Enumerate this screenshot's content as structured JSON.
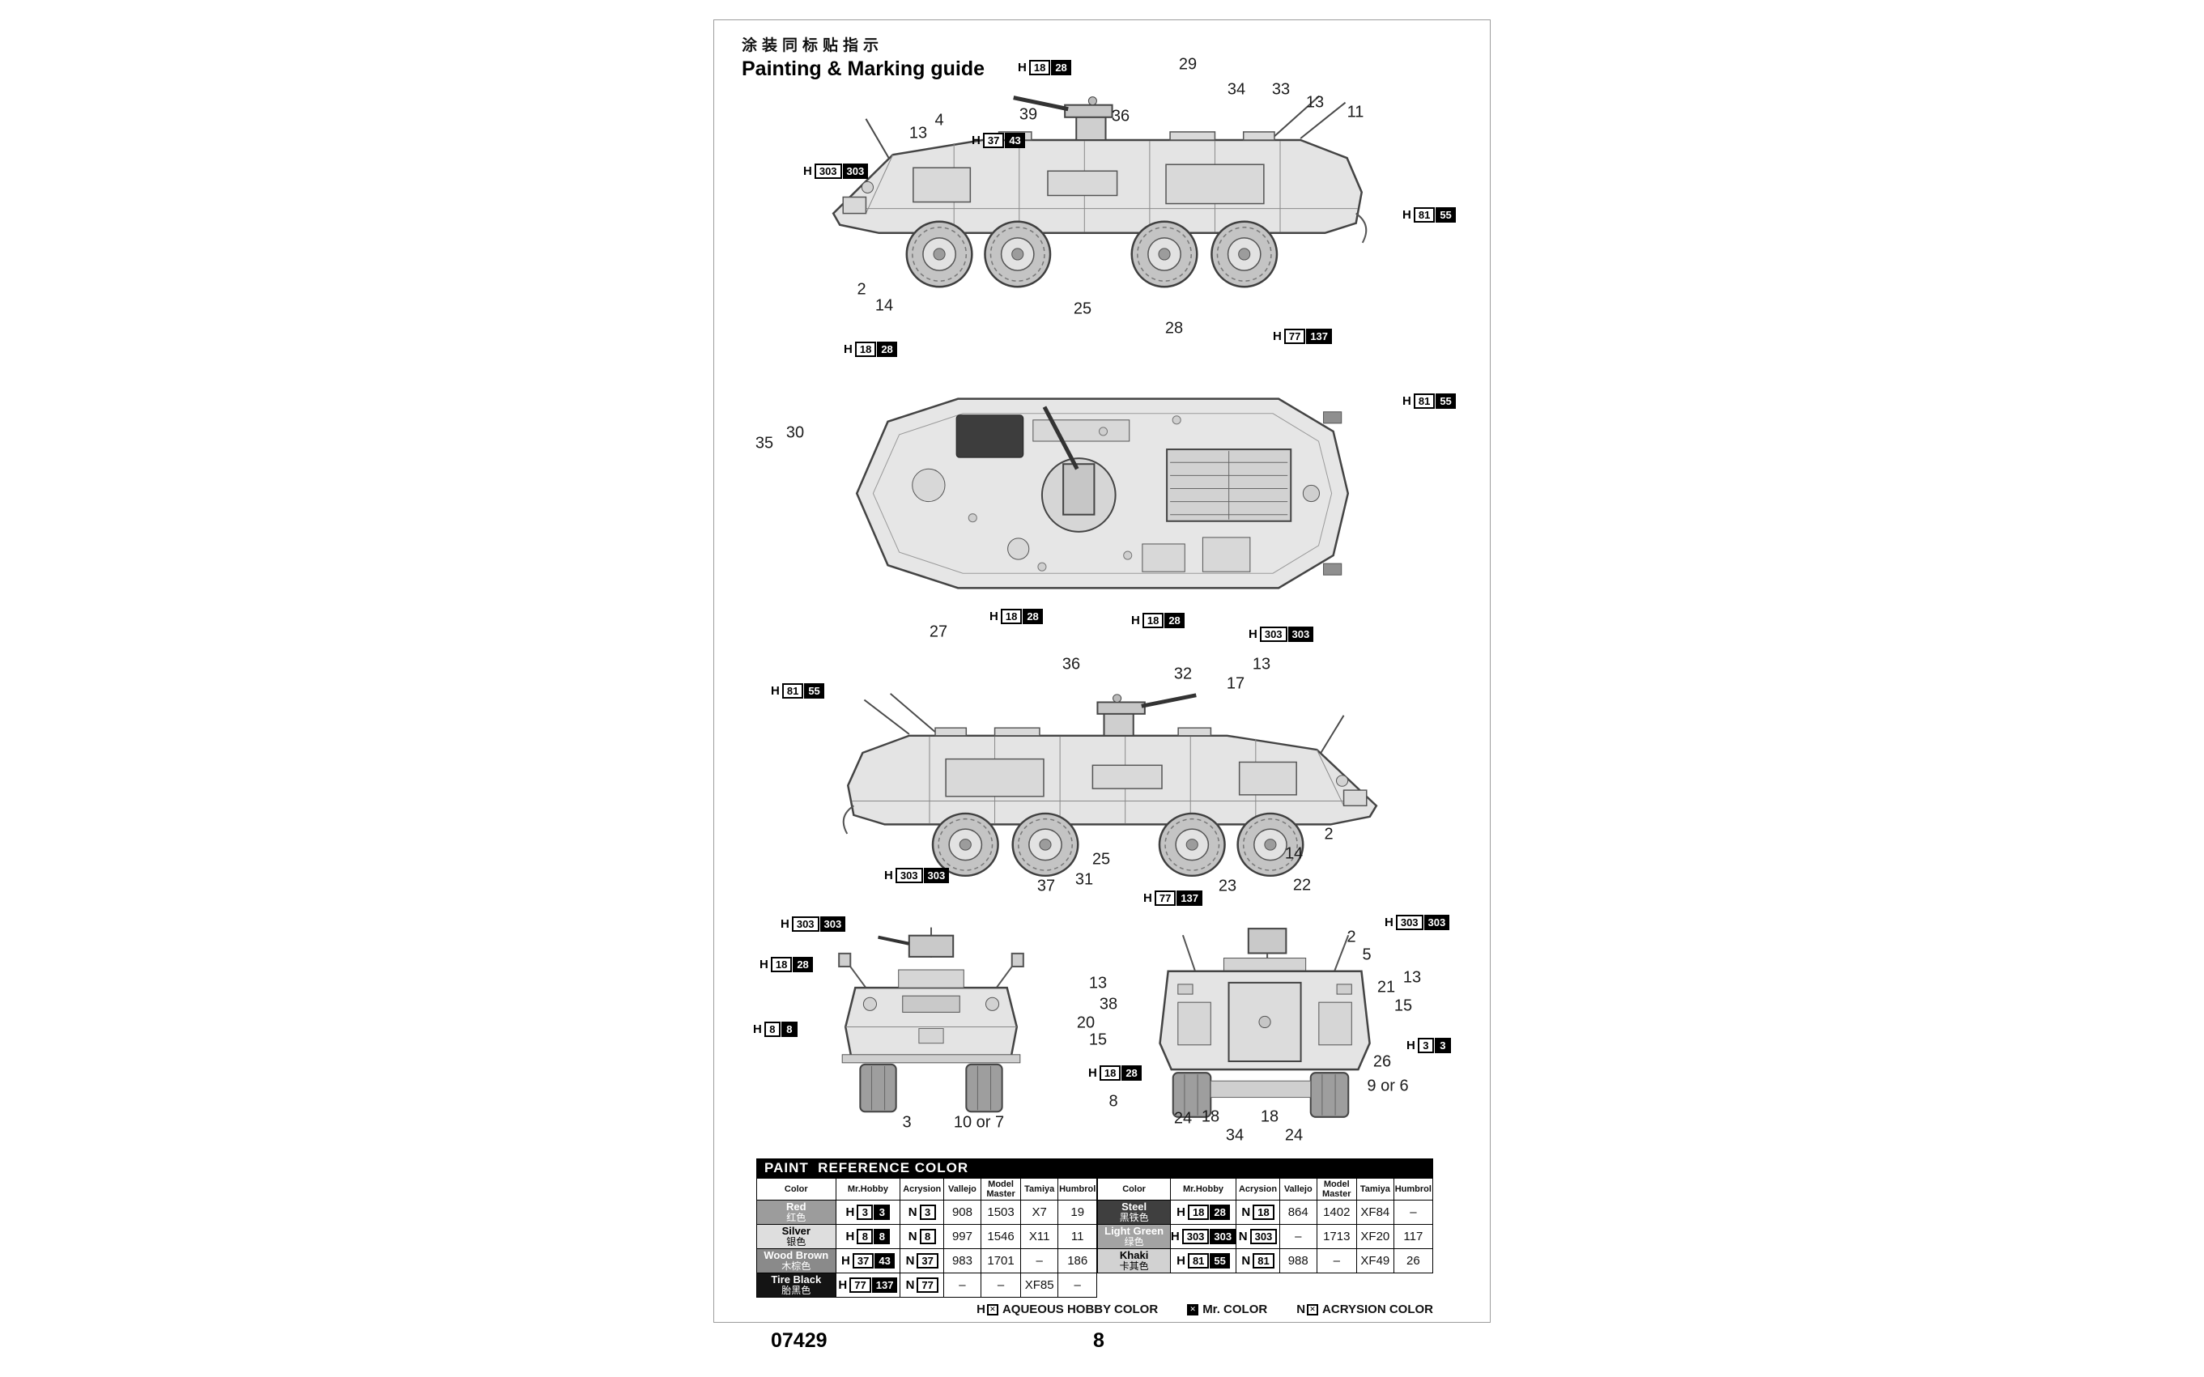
{
  "page": {
    "title_cn": "涂装同标贴指示",
    "title_en": "Painting & Marking guide",
    "kit_number": "07429",
    "page_number": "8"
  },
  "callouts": {
    "v1": [
      "29",
      "34",
      "33",
      "13",
      "11",
      "36",
      "39",
      "4",
      "13",
      "2",
      "14",
      "25",
      "28"
    ],
    "v2": [
      "35",
      "30"
    ],
    "v3": [
      "27",
      "36",
      "32",
      "17",
      "13",
      "2",
      "14",
      "37",
      "31",
      "25"
    ],
    "v4": [
      "23",
      "22",
      "2",
      "5",
      "13",
      "13",
      "21",
      "38",
      "20",
      "15",
      "15",
      "26",
      "9 or 6",
      "8",
      "24",
      "18",
      "34",
      "18",
      "24",
      "3",
      "10 or 7"
    ]
  },
  "chips": [
    {
      "prefix": "H",
      "white": "18",
      "black": "28"
    },
    {
      "prefix": "H",
      "white": "37",
      "black": "43"
    },
    {
      "prefix": "H",
      "white": "303",
      "black": "303"
    },
    {
      "prefix": "H",
      "white": "81",
      "black": "55"
    },
    {
      "prefix": "H",
      "white": "77",
      "black": "137"
    },
    {
      "prefix": "H",
      "white": "18",
      "black": "28"
    },
    {
      "prefix": "H",
      "white": "81",
      "black": "55"
    },
    {
      "prefix": "H",
      "white": "303",
      "black": "303"
    },
    {
      "prefix": "H",
      "white": "18",
      "black": "28"
    },
    {
      "prefix": "H",
      "white": "18",
      "black": "28"
    },
    {
      "prefix": "H",
      "white": "81",
      "black": "55"
    },
    {
      "prefix": "H",
      "white": "303",
      "black": "303"
    },
    {
      "prefix": "H",
      "white": "77",
      "black": "137"
    },
    {
      "prefix": "H",
      "white": "303",
      "black": "303"
    },
    {
      "prefix": "H",
      "white": "303",
      "black": "303"
    },
    {
      "prefix": "H",
      "white": "18",
      "black": "28"
    },
    {
      "prefix": "H",
      "white": "8",
      "black": "8"
    },
    {
      "prefix": "H",
      "white": "3",
      "black": "3"
    },
    {
      "prefix": "H",
      "white": "18",
      "black": "28"
    }
  ],
  "paint_table": {
    "title": "PAINT  REFERENCE COLOR",
    "headers": [
      "Color",
      "Mr.Hobby",
      "Acrysion",
      "Vallejo",
      "Model Master",
      "Tamiya",
      "Humbrol"
    ],
    "acrysion_prefix": "N",
    "left_rows": [
      {
        "name": "Red",
        "cn": "红色",
        "hobby": {
          "prefix": "H",
          "white": "3",
          "black": "3"
        },
        "acrysion": "3",
        "vallejo": "908",
        "model_master": "1503",
        "tamiya": "X7",
        "humbrol": "19"
      },
      {
        "name": "Silver",
        "cn": "银色",
        "hobby": {
          "prefix": "H",
          "white": "8",
          "black": "8"
        },
        "acrysion": "8",
        "vallejo": "997",
        "model_master": "1546",
        "tamiya": "X11",
        "humbrol": "11"
      },
      {
        "name": "Wood Brown",
        "cn": "木棕色",
        "hobby": {
          "prefix": "H",
          "white": "37",
          "black": "43"
        },
        "acrysion": "37",
        "vallejo": "983",
        "model_master": "1701",
        "tamiya": "–",
        "humbrol": "186"
      },
      {
        "name": "Tire Black",
        "cn": "胎黑色",
        "hobby": {
          "prefix": "H",
          "white": "77",
          "black": "137"
        },
        "acrysion": "77",
        "vallejo": "–",
        "model_master": "–",
        "tamiya": "XF85",
        "humbrol": "–"
      }
    ],
    "right_rows": [
      {
        "name": "Steel",
        "cn": "黑铁色",
        "hobby": {
          "prefix": "H",
          "white": "18",
          "black": "28"
        },
        "acrysion": "18",
        "vallejo": "864",
        "model_master": "1402",
        "tamiya": "XF84",
        "humbrol": "–"
      },
      {
        "name": "Light Green",
        "cn": "绿色",
        "hobby": {
          "prefix": "H",
          "white": "303",
          "black": "303"
        },
        "acrysion": "303",
        "vallejo": "–",
        "model_master": "1713",
        "tamiya": "XF20",
        "humbrol": "117"
      },
      {
        "name": "Khaki",
        "cn": "卡其色",
        "hobby": {
          "prefix": "H",
          "white": "81",
          "black": "55"
        },
        "acrysion": "81",
        "vallejo": "988",
        "model_master": "–",
        "tamiya": "XF49",
        "humbrol": "26"
      }
    ]
  },
  "legend": {
    "items": [
      {
        "prefix": "H",
        "label": "AQUEOUS HOBBY COLOR"
      },
      {
        "prefix": "",
        "label": "Mr. COLOR"
      },
      {
        "prefix": "N",
        "label": "ACRYSION COLOR"
      }
    ]
  },
  "colors": {
    "page_background": "#ffffff",
    "line_art": "#444444",
    "chip_box_black": "#000000",
    "table_title_bg": "#000000",
    "row_red": "#9c9c9c",
    "row_silver": "#dedede",
    "row_wood_brown": "#8a8a8a",
    "row_tire_black": "#141414",
    "row_steel": "#3f3f3f",
    "row_light_green": "#a3a3a3",
    "row_khaki": "#d2d2d2"
  }
}
